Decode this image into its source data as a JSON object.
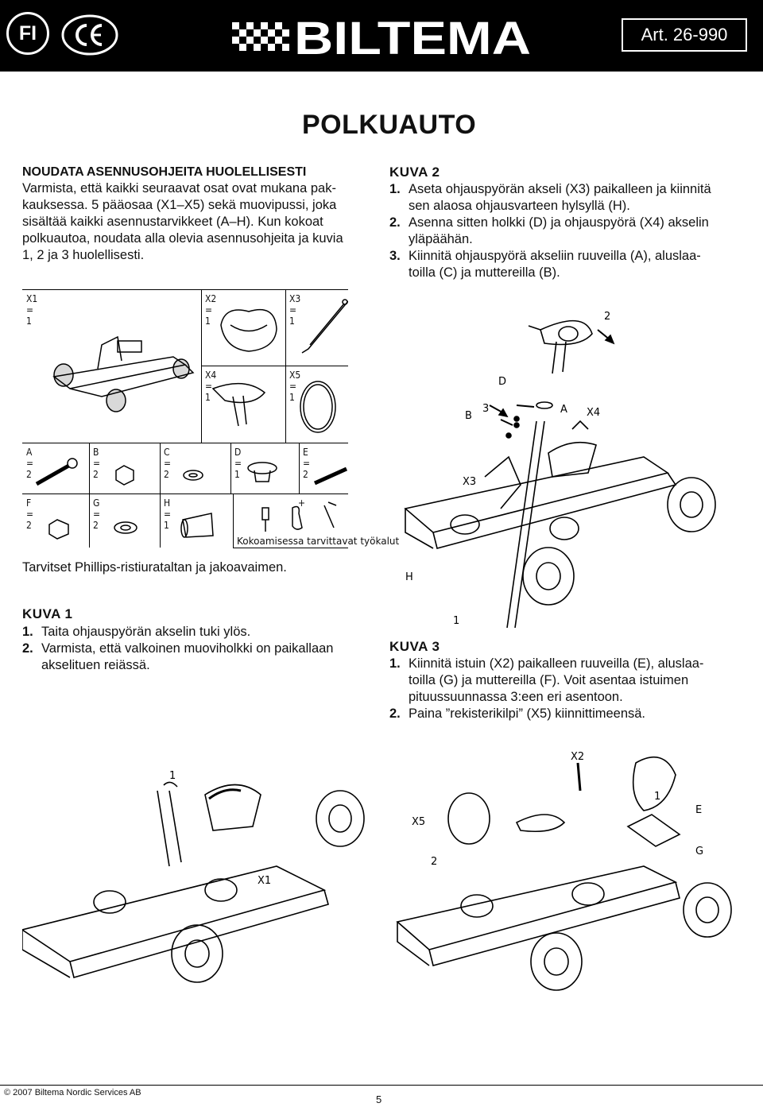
{
  "header": {
    "lang_badge": "FI",
    "ce_mark": "CE",
    "brand": "BILTEMA",
    "article": "Art. 26-990"
  },
  "title": "POLKUAUTO",
  "intro": {
    "heading": "NOUDATA ASENNUSOHJEITA HUOLELLISESTI",
    "lines": [
      "Varmista, että kaikki seuraavat osat ovat mukana pak-",
      "kauksessa. 5 pääosaa (X1–X5) sekä muovipussi, joka",
      "sisältää kaikki asennustarvikkeet (A–H). Kun kokoat",
      "polkuautoa, noudata alla olevia asennusohjeita ja kuvia",
      "1, 2 ja 3 huolellisesti."
    ]
  },
  "kuva2": {
    "heading": "KUVA 2",
    "steps": [
      {
        "num": "1.",
        "lines": [
          "Aseta ohjauspyörän akseli (X3) paikalleen ja kiinnitä",
          "sen alaosa ohjausvarteen hylsyllä (H)."
        ]
      },
      {
        "num": "2.",
        "lines": [
          "Asenna sitten holkki (D) ja ohjauspyörä (X4) akselin",
          "yläpäähän."
        ]
      },
      {
        "num": "3.",
        "lines": [
          "Kiinnitä ohjauspyörä akseliin ruuveilla (A), aluslaa-",
          "toilla (C) ja muttereilla (B)."
        ]
      }
    ]
  },
  "parts": {
    "x1": "X1 = 1",
    "x2": "X2 = 1",
    "x3": "X3 = 1",
    "x4": "X4 = 1",
    "x5": "X5 = 1",
    "a": "A = 2",
    "b": "B = 2",
    "c": "C = 2",
    "d": "D = 1",
    "e": "E = 2",
    "f": "F = 2",
    "g": "G = 2",
    "h": "H = 1",
    "plus": "+",
    "tools": "Kokoamisessa tarvittavat työkalut"
  },
  "tools_note": "Tarvitset Phillips-ristiurataltan ja jakoavaimen.",
  "kuva1": {
    "heading": "KUVA 1",
    "steps": [
      {
        "num": "1.",
        "lines": [
          "Taita ohjauspyörän akselin tuki ylös."
        ]
      },
      {
        "num": "2.",
        "lines": [
          "Varmista, että valkoinen muoviholkki on paikallaan",
          "akselituen reiässä."
        ]
      }
    ]
  },
  "kuva3": {
    "heading": "KUVA 3",
    "steps": [
      {
        "num": "1.",
        "lines": [
          "Kiinnitä istuin (X2) paikalleen ruuveilla (E), aluslaa-",
          "toilla (G) ja muttereilla (F). Voit asentaa istuimen",
          "pituussuunnassa 3:een eri asentoon."
        ]
      },
      {
        "num": "2.",
        "lines": [
          "Paina ”rekisterikilpi” (X5) kiinnittimeensä."
        ]
      }
    ]
  },
  "fig2_labels": {
    "n2": "2",
    "d": "D",
    "n3": "3",
    "b": "B",
    "a": "A",
    "x4": "X4",
    "x3": "X3",
    "h": "H",
    "n1": "1"
  },
  "fig1_labels": {
    "n1": "1",
    "x1": "X1"
  },
  "fig3_labels": {
    "x2": "X2",
    "n1": "1",
    "e": "E",
    "x5": "X5",
    "n2": "2",
    "g": "G"
  },
  "footer": {
    "copyright": "© 2007 Biltema Nordic Services AB",
    "page": "5"
  }
}
